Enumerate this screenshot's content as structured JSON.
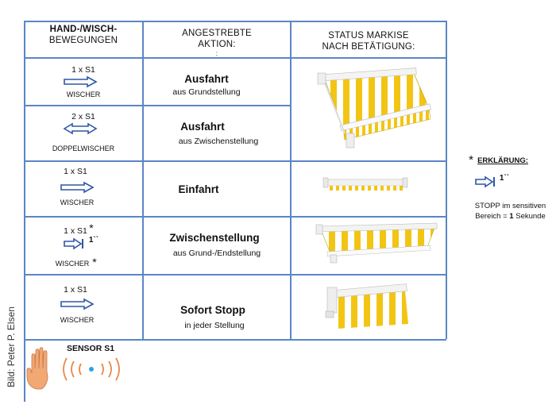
{
  "header": {
    "col1": [
      "HAND-/WISCH-",
      "BEWEGUNGEN"
    ],
    "col2": [
      "ANGESTREBTE",
      "AKTION:"
    ],
    "col3": [
      "STATUS MARKISE",
      "NACH BETÄTIGUNG:"
    ],
    "col2_mark": ":"
  },
  "rows": [
    {
      "gesture": "1 x S1",
      "label": "WISCHER",
      "action": "Ausfahrt",
      "detail": "aus Grundstellung"
    },
    {
      "gesture": "2 x S1",
      "label": "DOPPELWISCHER",
      "action": "Ausfahrt",
      "detail": "aus Zwischenstellung"
    },
    {
      "gesture": "1 x S1",
      "label": "WISCHER",
      "action": "Einfahrt",
      "detail": ""
    },
    {
      "gesture": "1 x S1",
      "star": "*",
      "hold": "1``",
      "label": "WISCHER",
      "label_star": "*",
      "action": "Zwischenstellung",
      "detail": "aus Grund-/Endstellung"
    },
    {
      "gesture": "1 x S1",
      "label": "WISCHER",
      "action": "Sofort Stopp",
      "detail": "in jeder Stellung"
    }
  ],
  "sensor": {
    "label": "SENSOR S1"
  },
  "legend": {
    "star": "*",
    "title": "ERKLÄRUNG:",
    "hold": "1``",
    "text_line1": "STOPP im sensitiven",
    "text_line2_pre": "Bereich = ",
    "text_line2_bold": "1",
    "text_line2_post": " Sekunde"
  },
  "credit": "Bild: Peter P. Elsen",
  "colors": {
    "grid": "#5b86c5",
    "arrow": "#2f56a6",
    "stripe_yellow": "#f2c514",
    "wave": "#e8894a",
    "dot": "#2aa6e0",
    "skin": "#f2a873"
  }
}
